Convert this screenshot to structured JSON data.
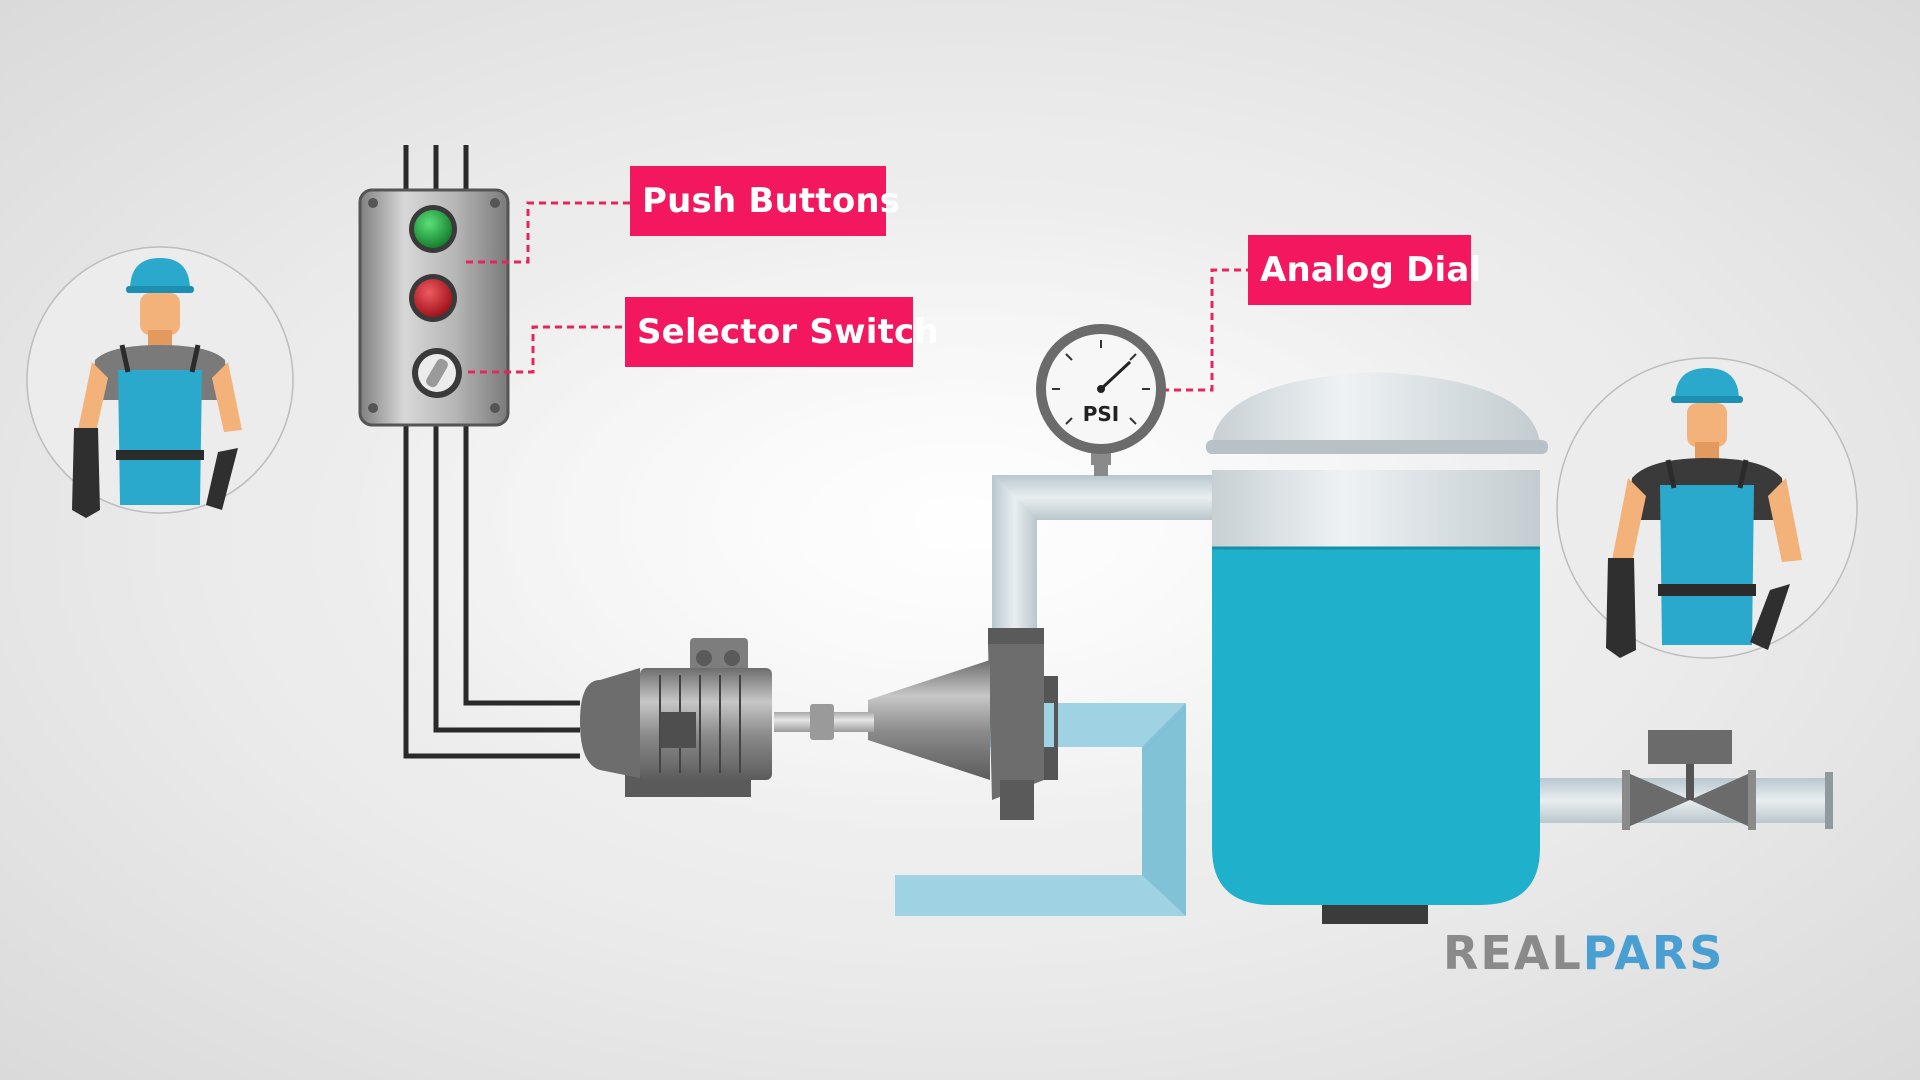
{
  "labels": {
    "push_buttons": "Push Buttons",
    "selector_switch": "Selector Switch",
    "analog_dial": "Analog Dial",
    "gauge_unit": "PSI"
  },
  "brand": {
    "part1": "REAL",
    "part2": "PARS"
  },
  "colors": {
    "callout_bg": "#f2175f",
    "callout_line": "#e8245f",
    "tank_liquid": "#1fb0cc",
    "water": "#9fd3e3",
    "brand_gray": "#8a8a8a",
    "brand_blue": "#4a9fd2",
    "button_green": "#1fa83a",
    "button_red": "#d21d26"
  },
  "icons": [
    "worker-icon",
    "control-station-icon",
    "pressure-gauge-icon",
    "electric-motor-icon",
    "centrifugal-pump-icon",
    "storage-tank-icon",
    "valve-icon"
  ]
}
